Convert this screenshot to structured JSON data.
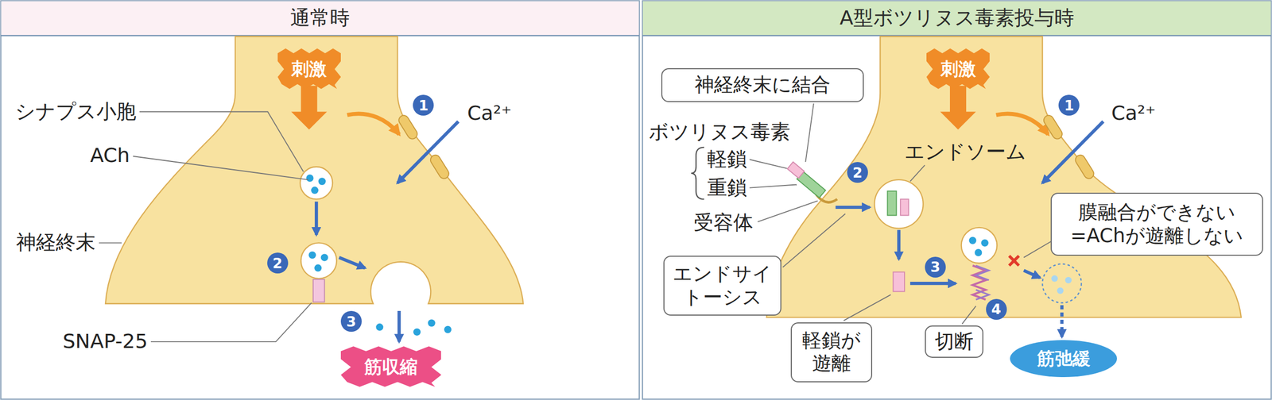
{
  "diagram": {
    "nodes": [
      {
        "text": [
          "通常時"
        ]
      },
      {
        "text": [
          "刺激"
        ],
        "in": 0
      },
      {
        "text": [
          "筋収縮"
        ],
        "in": 0
      },
      {
        "text": [
          "A型ボツリヌス毒素投与時"
        ]
      },
      {
        "text": [
          "刺激"
        ],
        "in": 3
      },
      {
        "text": [
          "神経終末に結合"
        ],
        "in": 3
      },
      {
        "text": [
          "膜融合ができない =AChが遊離しない"
        ],
        "in": 3
      },
      {
        "text": [
          "エンドサイ トーシス"
        ],
        "in": 3
      },
      {
        "text": [
          "軽鎖が 遊離"
        ],
        "in": 3
      },
      {
        "text": [
          "切断"
        ],
        "in": 3
      },
      {
        "text": [
          "筋弛緩"
        ],
        "in": 3
      }
    ],
    "labels": [
      "1",
      "Ca²⁺",
      "シナプス小胞",
      "ACh",
      "2",
      "神経終末",
      "3",
      "SNAP-25",
      "ボツリヌス毒素",
      "1",
      "Ca²⁺",
      "軽鎖",
      "2",
      "エンドソーム",
      "重鎖",
      "受容体",
      "3",
      "4"
    ]
  }
}
